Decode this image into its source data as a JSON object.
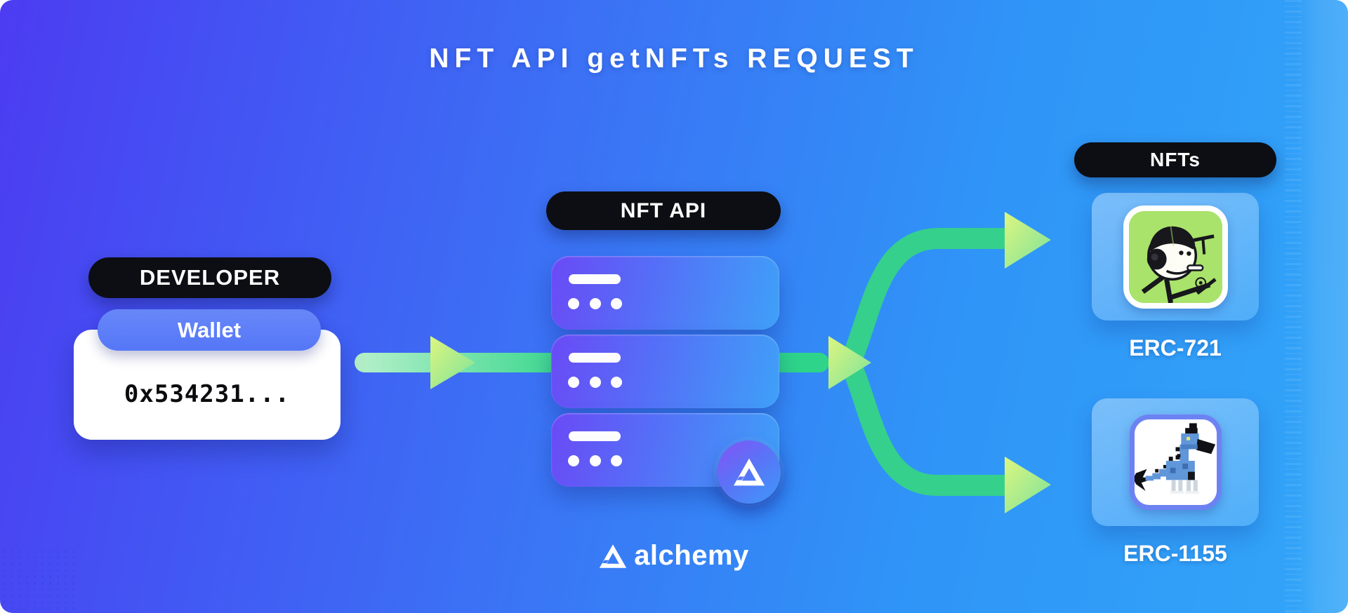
{
  "title": "NFT API getNFTs REQUEST",
  "developer": {
    "badge": "DEVELOPER",
    "wallet_label": "Wallet",
    "wallet_address": "0x534231..."
  },
  "api": {
    "badge": "NFT API",
    "server_count_note": "3 stacked server blocks",
    "badge_icon": "alchemy-logo-badge"
  },
  "output": {
    "badge": "NFTs",
    "items": [
      {
        "label": "ERC-721",
        "image_icon": "doodle-pilot-nft-image"
      },
      {
        "label": "ERC-1155",
        "image_icon": "pixel-dinosaur-nft-image"
      }
    ]
  },
  "footer": {
    "brand": "alchemy"
  },
  "colors": {
    "background_start": "#4c3cf2",
    "background_end": "#32a5f8",
    "arrow_green": "#2ed489",
    "arrowhead_light": "#def67f",
    "arrowhead_dark": "#7be29b",
    "pill_black": "#0d0e13",
    "wallet_blue": "#5c7ef7",
    "server_purple": "#6a4af6",
    "server_blue": "#3fa0f8",
    "nft721_bg": "#a9e36b",
    "nft1155_border": "#6d82f2"
  }
}
